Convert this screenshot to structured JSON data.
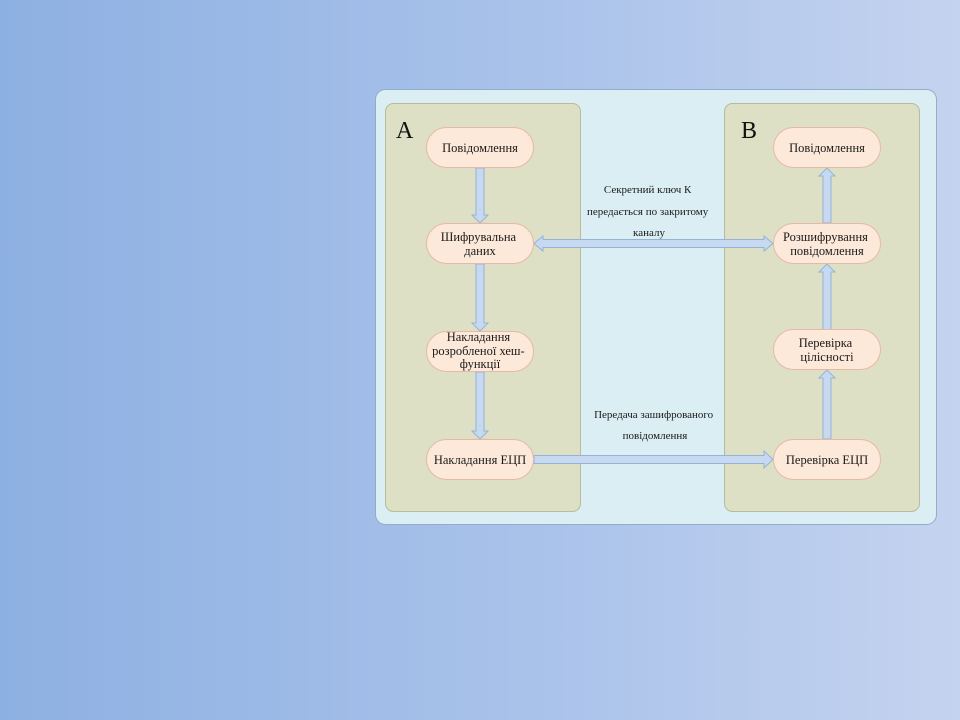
{
  "lanes": {
    "a": {
      "title": "A",
      "nodes": {
        "message": [
          "Повідомлення"
        ],
        "encrypt": [
          "Шифрувальна",
          "даних"
        ],
        "hash": [
          "Накладання",
          "розробленої хеш-",
          "функції"
        ],
        "sign": [
          "Накладання ЕЦП"
        ]
      }
    },
    "b": {
      "title": "B",
      "nodes": {
        "message": [
          "Повідомлення"
        ],
        "decrypt": [
          "Розшифрування",
          "повідомлення"
        ],
        "integrity": [
          "Перевірка",
          "цілісності"
        ],
        "verify": [
          "Перевірка ЕЦП"
        ]
      }
    }
  },
  "links": {
    "key_channel": [
      "Секретний ключ К",
      "передається  по закритому",
      "каналу"
    ],
    "message_transfer": [
      "Передача зашифрованого",
      "повідомлення"
    ]
  },
  "colors": {
    "panel": "#daeef3",
    "lane": "#dde0c4",
    "node": "#fde9d9",
    "arrow": "#c6d9f1",
    "arrow_stroke": "#95b3d7"
  }
}
